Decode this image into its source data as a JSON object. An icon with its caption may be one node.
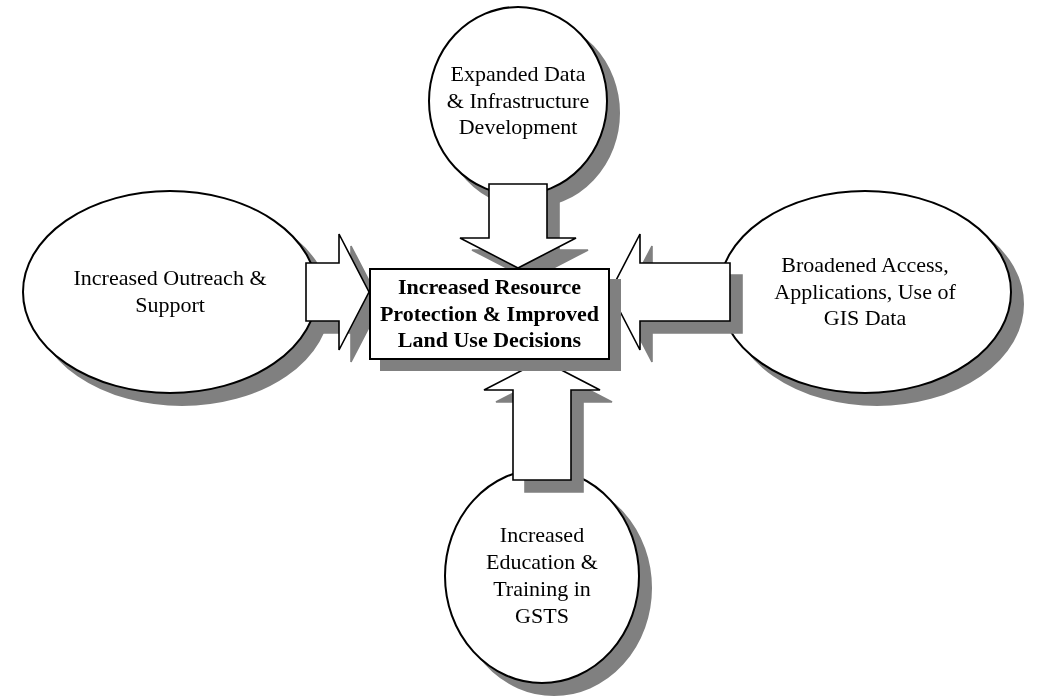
{
  "diagram": {
    "nodes": [
      {
        "text": [
          "Expanded Data & Infrastructure Development"
        ]
      },
      {
        "text": [
          "Increased Outreach & Support"
        ]
      },
      {
        "text": [
          "Increased Resource Protection & Improved Land Use Decisions"
        ]
      },
      {
        "text": [
          "Broadened Access, Applications, Use of GIS Data"
        ]
      },
      {
        "text": [
          "Increased Education & Training in GSTS"
        ]
      }
    ],
    "edges": [
      {
        "from": 0,
        "to": 2,
        "arrow": "to"
      },
      {
        "from": 1,
        "to": 2,
        "arrow": "to"
      },
      {
        "from": 3,
        "to": 2,
        "arrow": "to"
      },
      {
        "from": 4,
        "to": 2,
        "arrow": "to"
      }
    ]
  }
}
